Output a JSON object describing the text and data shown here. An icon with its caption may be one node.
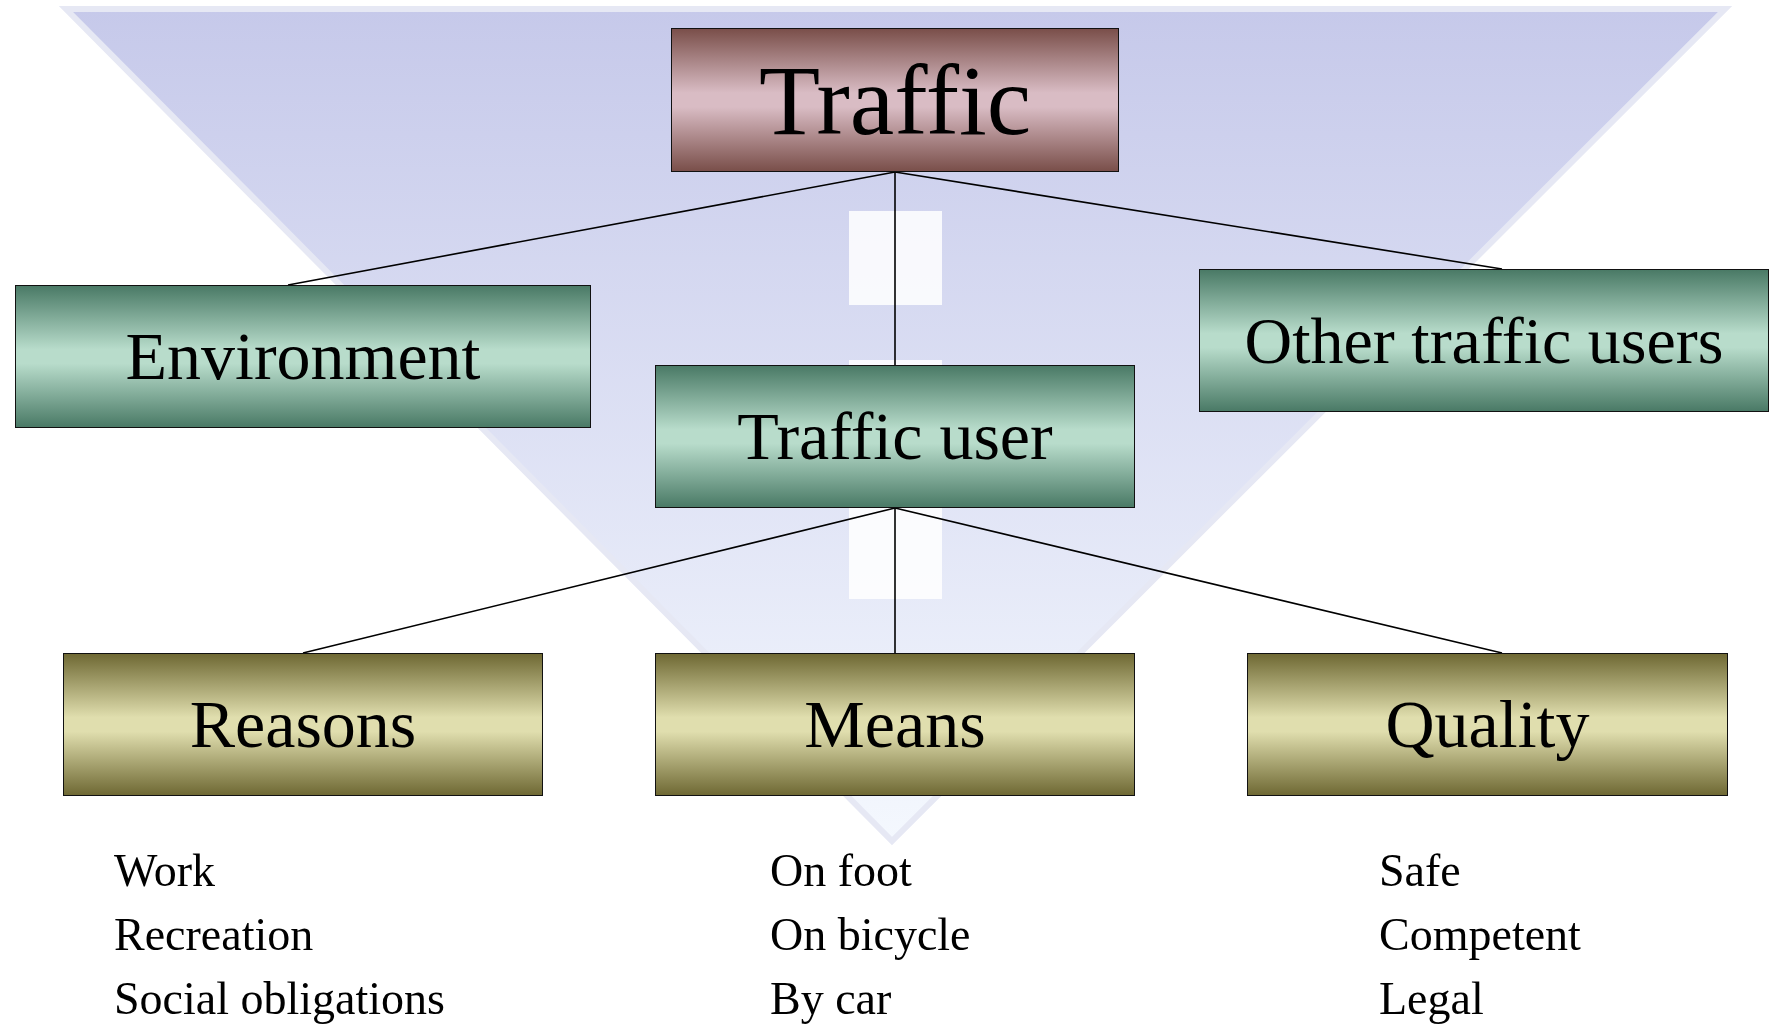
{
  "diagram": {
    "nodes": [
      {
        "text": [
          "Traffic"
        ]
      },
      {
        "text": [
          "Environment"
        ]
      },
      {
        "text": [
          "Traffic user"
        ]
      },
      {
        "text": [
          "Other traffic users"
        ]
      },
      {
        "text": [
          "Reasons"
        ],
        "beside": [
          "Work",
          "Recreation",
          "Social obligations"
        ]
      },
      {
        "text": [
          "Means"
        ],
        "beside": [
          "On foot",
          "On bicycle",
          "By car"
        ]
      },
      {
        "text": [
          "Quality"
        ],
        "beside": [
          "Safe",
          "Competent",
          "Legal"
        ]
      }
    ],
    "edges": [
      {
        "from": 0,
        "to": 1,
        "arrow": "none"
      },
      {
        "from": 0,
        "to": 2,
        "arrow": "none"
      },
      {
        "from": 0,
        "to": 3,
        "arrow": "none"
      },
      {
        "from": 2,
        "to": 4,
        "arrow": "none"
      },
      {
        "from": 2,
        "to": 5,
        "arrow": "none"
      },
      {
        "from": 2,
        "to": 6,
        "arrow": "none"
      }
    ]
  }
}
